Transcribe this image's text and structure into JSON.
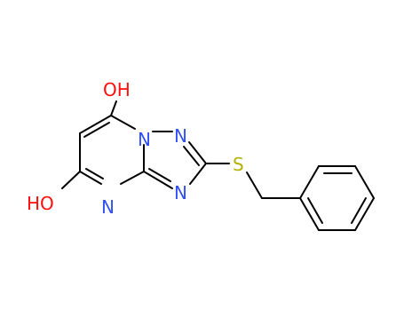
{
  "atoms": {
    "o_top": "OH",
    "o_left": "HO",
    "n_bridge": "N",
    "n_ring_top": "N",
    "n_ring_bottom": "N",
    "n_pyrimidine": "N",
    "s": "S"
  },
  "colors": {
    "oxygen": "#ff0d0d",
    "nitrogen": "#3050f8",
    "sulfur": "#b2b200",
    "carbon_bond": "#000000",
    "background": "#ffffff"
  }
}
